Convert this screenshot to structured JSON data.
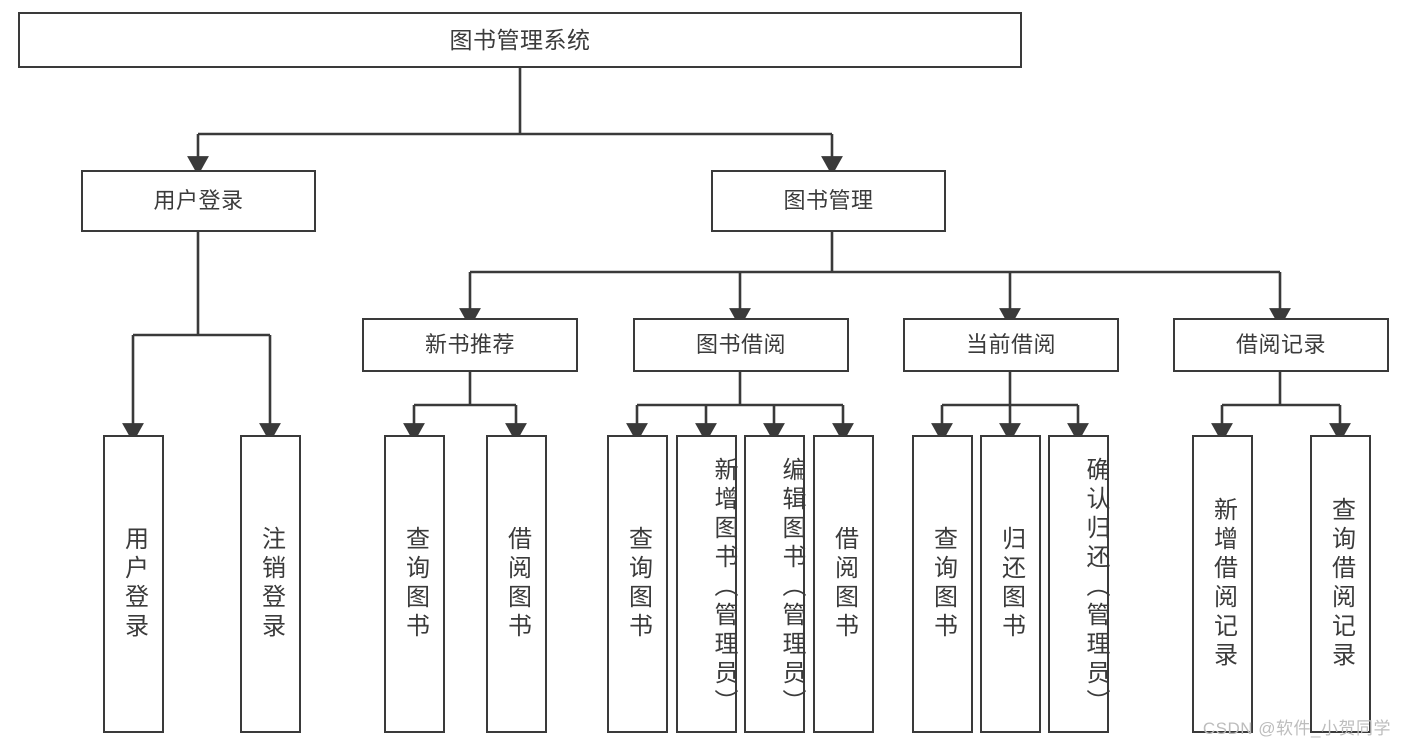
{
  "diagram": {
    "title": "图书管理系统",
    "type": "tree",
    "orientation": "top-down",
    "colors": {
      "box_border": "#3a3a3a",
      "box_fill": "#ffffff",
      "edge": "#3a3a3a",
      "text": "#3b3b3b",
      "watermark": "#bdbdbd",
      "background": "#ffffff"
    },
    "root": {
      "label": "图书管理系统"
    },
    "level1": [
      {
        "label": "用户登录"
      },
      {
        "label": "图书管理"
      }
    ],
    "level2": [
      {
        "label": "新书推荐"
      },
      {
        "label": "图书借阅"
      },
      {
        "label": "当前借阅"
      },
      {
        "label": "借阅记录"
      }
    ],
    "leaves": {
      "user_login": [
        {
          "label": "用户登录"
        },
        {
          "label": "注销登录"
        }
      ],
      "new_book_recommend": [
        {
          "label": "查询图书"
        },
        {
          "label": "借阅图书"
        }
      ],
      "book_borrow": [
        {
          "label": "查询图书"
        },
        {
          "label": "新增图书（管理员）"
        },
        {
          "label": "编辑图书（管理员）"
        },
        {
          "label": "借阅图书"
        }
      ],
      "current_borrow": [
        {
          "label": "查询图书"
        },
        {
          "label": "归还图书"
        },
        {
          "label": "确认归还（管理员）"
        }
      ],
      "borrow_record": [
        {
          "label": "新增借阅记录"
        },
        {
          "label": "查询借阅记录"
        }
      ]
    }
  },
  "watermark": {
    "text": "CSDN @软件_小贺同学"
  }
}
